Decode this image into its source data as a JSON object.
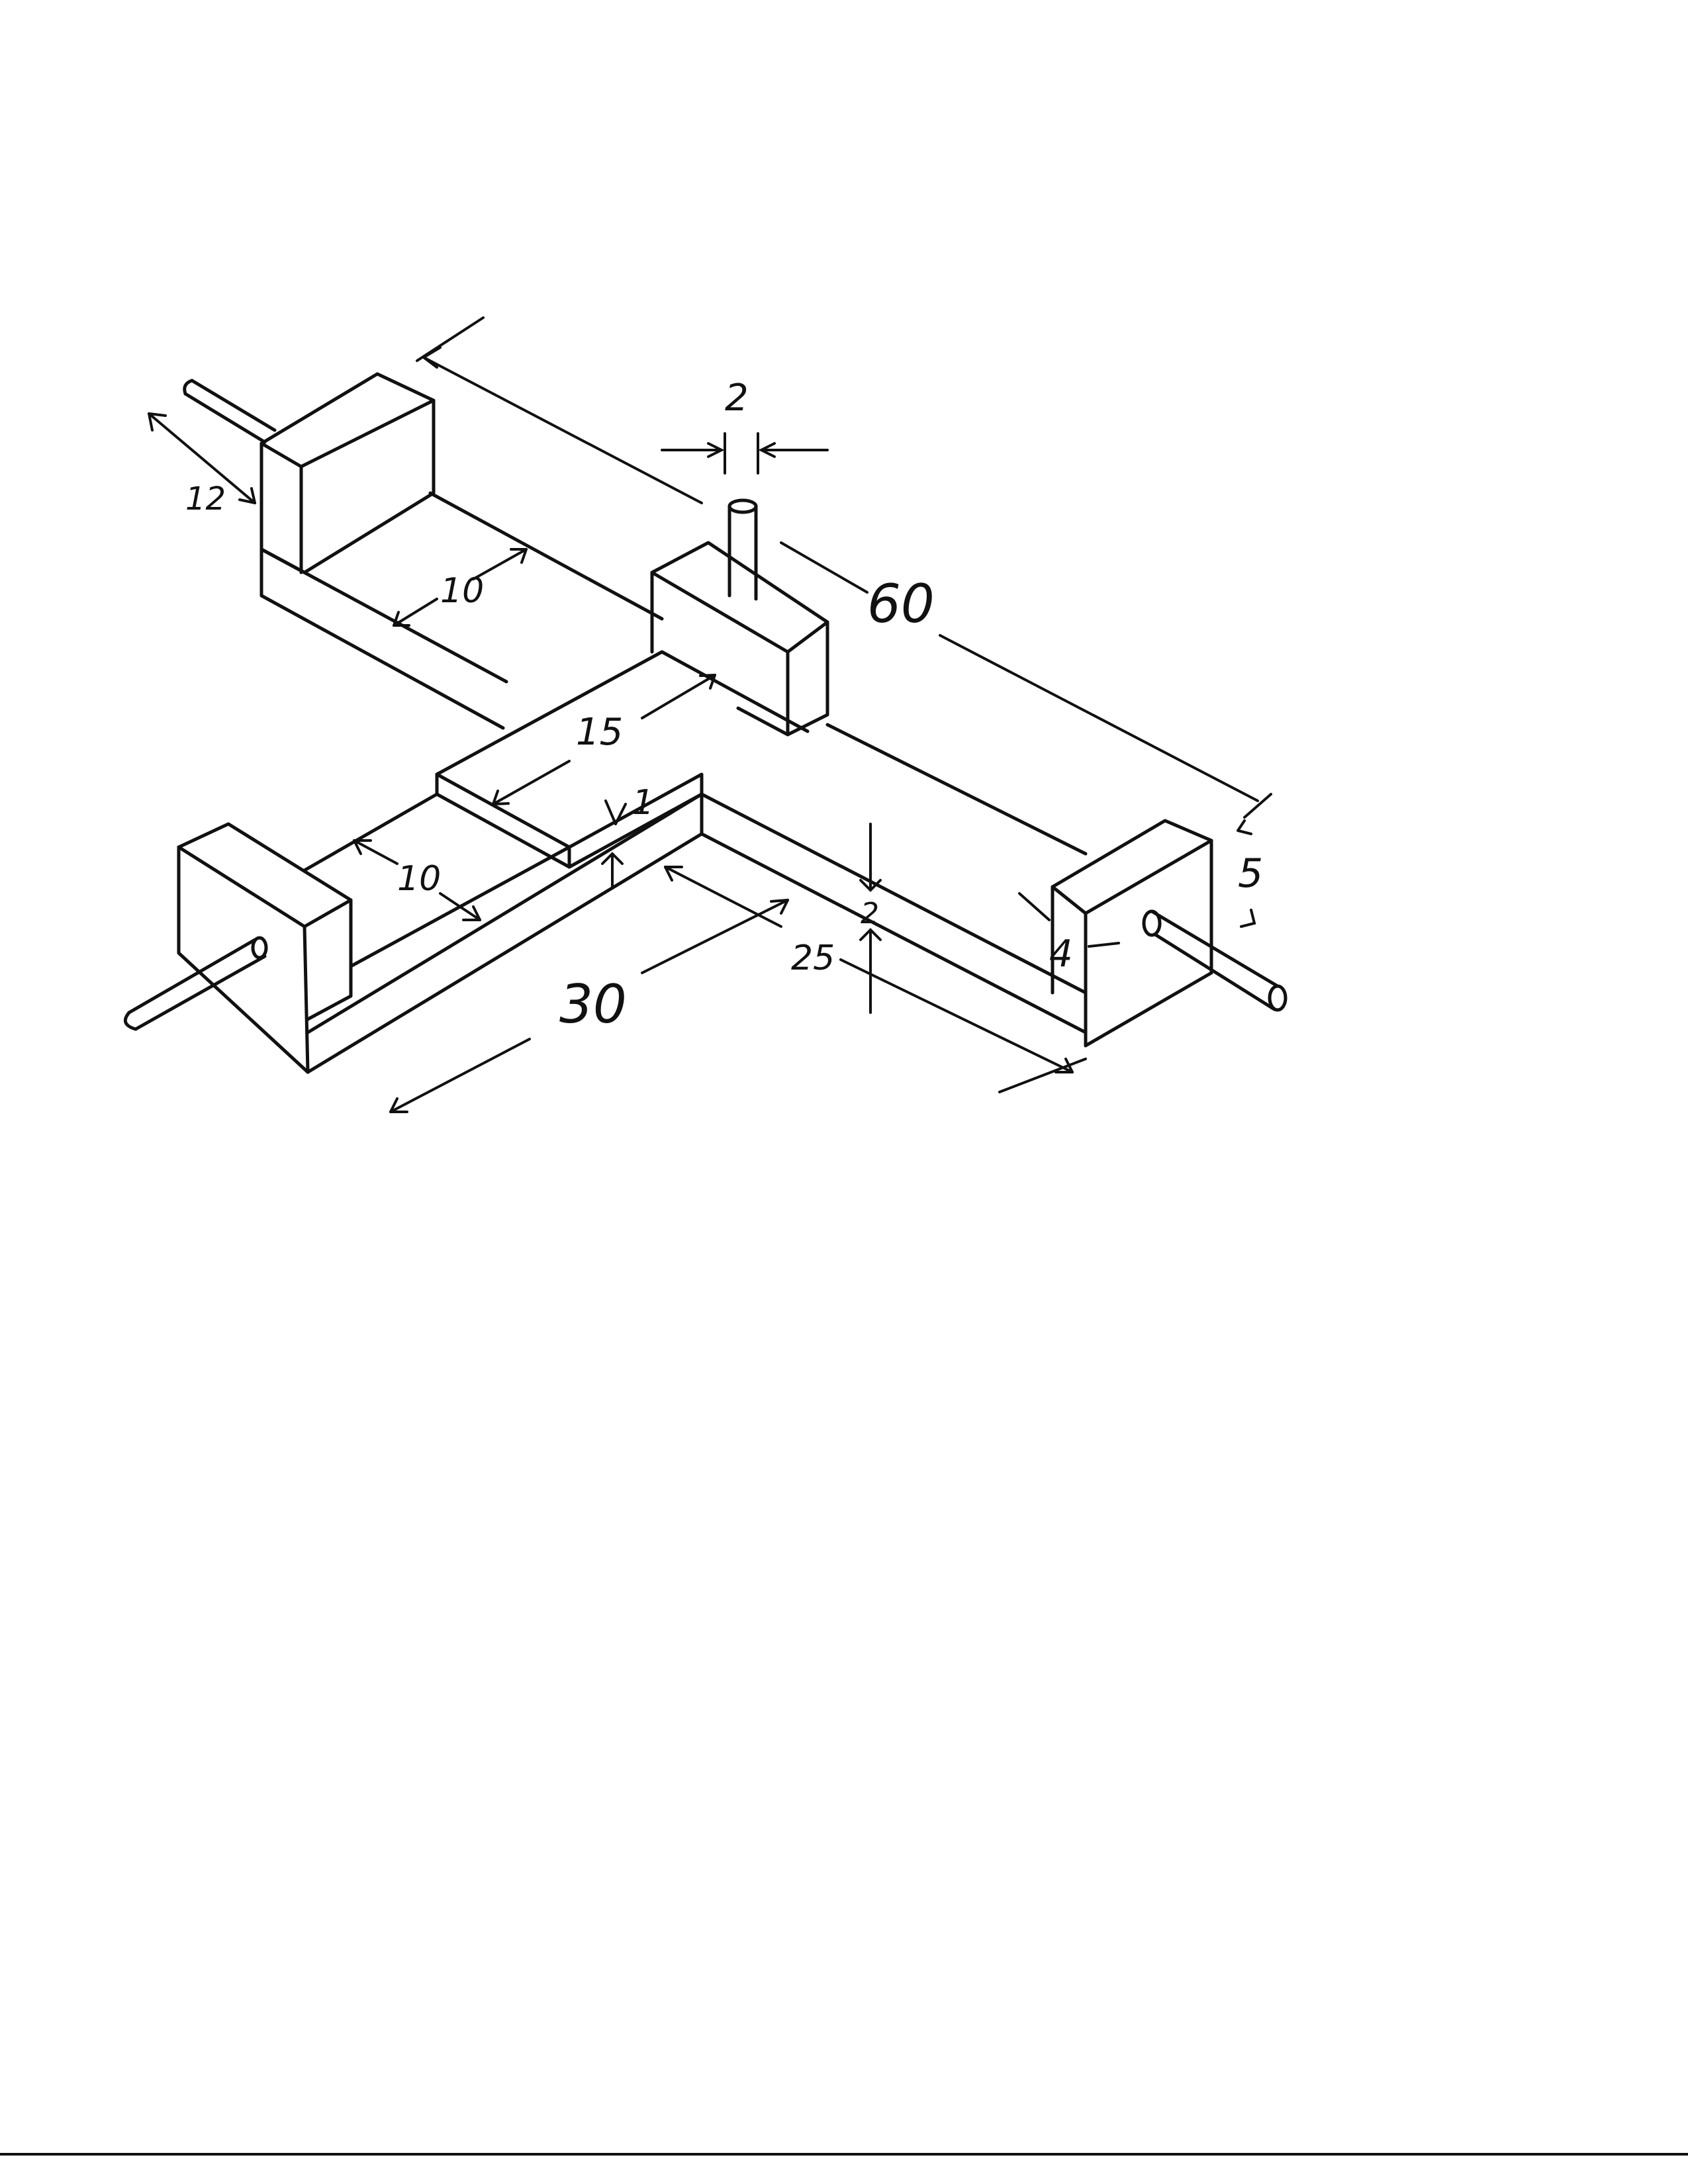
{
  "dimensions": {
    "overall_length": "60",
    "shaft_diameter": "2",
    "block_depth": "12",
    "block_gap_back": "10",
    "block_gap_front": "10",
    "center_slot_length": "15",
    "center_slot_depth": "1",
    "beam_width": "30",
    "beam_arm_length": "25",
    "beam_height": "2",
    "block_height": "5",
    "block_thickness": "4"
  }
}
